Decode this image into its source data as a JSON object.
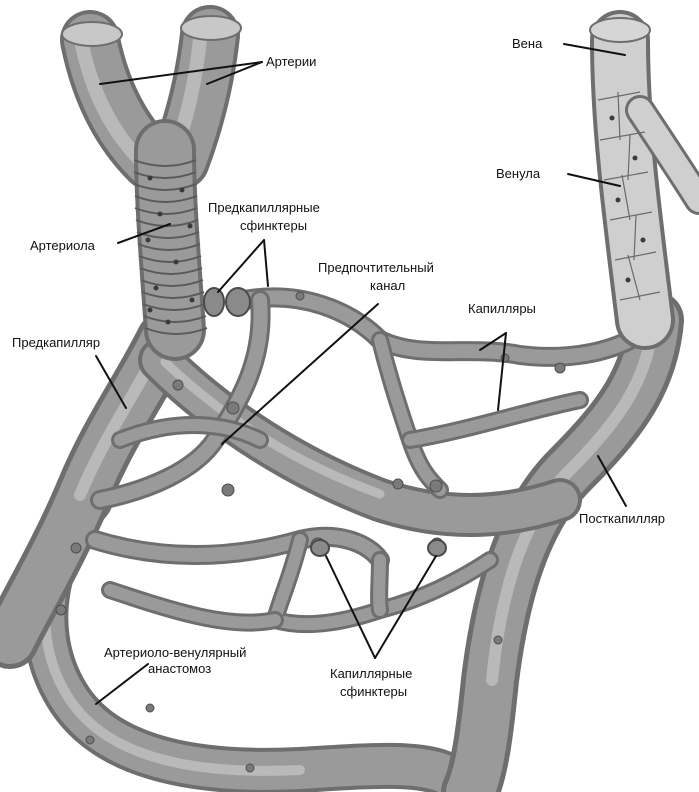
{
  "labels": {
    "arterii": "Артерии",
    "arteriola": "Артериола",
    "prekapillyarnye_sfinktery_1": "Предкапиллярные",
    "prekapillyarnye_sfinktery_2": "сфинктеры",
    "predpochtitelnyi_kanal_1": "Предпочтительный",
    "predpochtitelnyi_kanal_2": "канал",
    "prekapillyar": "Предкапилляр",
    "kapillyary": "Капилляры",
    "vena": "Вена",
    "venula": "Венула",
    "postkapillyar": "Посткапилляр",
    "anastomoz_1": "Артериоло-венулярный",
    "anastomoz_2": "анастомоз",
    "kapillyarnye_sfinktery_1": "Капиллярные",
    "kapillyarnye_sfinktery_2": "сфинктеры"
  },
  "colors": {
    "vessel_dark": "#6e6e6e",
    "vessel_mid": "#9a9a9a",
    "vessel_light": "#b9b9b9",
    "label_text": "#111111"
  }
}
